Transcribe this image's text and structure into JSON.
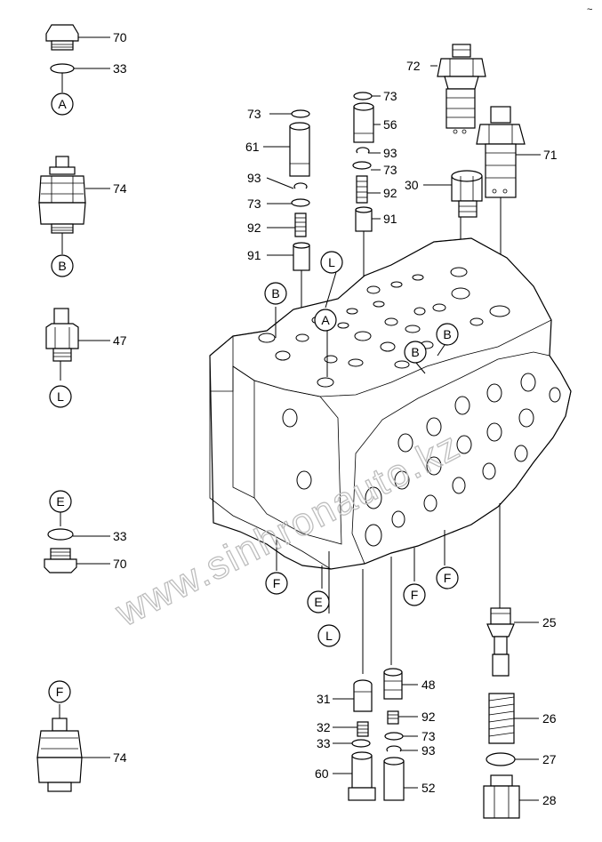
{
  "watermark": "www.sinhronauto.kz",
  "corner_mark": "~",
  "callouts": [
    {
      "id": "c70a",
      "text": "70"
    },
    {
      "id": "c33a",
      "text": "33"
    },
    {
      "id": "c74a",
      "text": "74"
    },
    {
      "id": "c47",
      "text": "47"
    },
    {
      "id": "c33b",
      "text": "33"
    },
    {
      "id": "c70b",
      "text": "70"
    },
    {
      "id": "c74b",
      "text": "74"
    },
    {
      "id": "c73a",
      "text": "73"
    },
    {
      "id": "c61",
      "text": "61"
    },
    {
      "id": "c93a",
      "text": "93"
    },
    {
      "id": "c73b",
      "text": "73"
    },
    {
      "id": "c92a",
      "text": "92"
    },
    {
      "id": "c91a",
      "text": "91"
    },
    {
      "id": "c73c",
      "text": "73"
    },
    {
      "id": "c56",
      "text": "56"
    },
    {
      "id": "c93b",
      "text": "93"
    },
    {
      "id": "c73d",
      "text": "73"
    },
    {
      "id": "c92b",
      "text": "92"
    },
    {
      "id": "c91b",
      "text": "91"
    },
    {
      "id": "c72",
      "text": "72"
    },
    {
      "id": "c71",
      "text": "71"
    },
    {
      "id": "c30",
      "text": "30"
    },
    {
      "id": "c25",
      "text": "25"
    },
    {
      "id": "c26",
      "text": "26"
    },
    {
      "id": "c27",
      "text": "27"
    },
    {
      "id": "c28",
      "text": "28"
    },
    {
      "id": "c31",
      "text": "31"
    },
    {
      "id": "c48",
      "text": "48"
    },
    {
      "id": "c32",
      "text": "32"
    },
    {
      "id": "c92c",
      "text": "92"
    },
    {
      "id": "c33c",
      "text": "33"
    },
    {
      "id": "c73e",
      "text": "73"
    },
    {
      "id": "c93c",
      "text": "93"
    },
    {
      "id": "c60",
      "text": "60"
    },
    {
      "id": "c52",
      "text": "52"
    }
  ],
  "ref_markers": [
    {
      "id": "rA1",
      "text": "A"
    },
    {
      "id": "rB1",
      "text": "B"
    },
    {
      "id": "rL1",
      "text": "L"
    },
    {
      "id": "rE1",
      "text": "E"
    },
    {
      "id": "rF1",
      "text": "F"
    },
    {
      "id": "rL2",
      "text": "L"
    },
    {
      "id": "rB2",
      "text": "B"
    },
    {
      "id": "rA2",
      "text": "A"
    },
    {
      "id": "rB3",
      "text": "B"
    },
    {
      "id": "rB4",
      "text": "B"
    },
    {
      "id": "rF2",
      "text": "F"
    },
    {
      "id": "rE2",
      "text": "E"
    },
    {
      "id": "rL3",
      "text": "L"
    },
    {
      "id": "rF3",
      "text": "F"
    },
    {
      "id": "rF4",
      "text": "F"
    }
  ]
}
